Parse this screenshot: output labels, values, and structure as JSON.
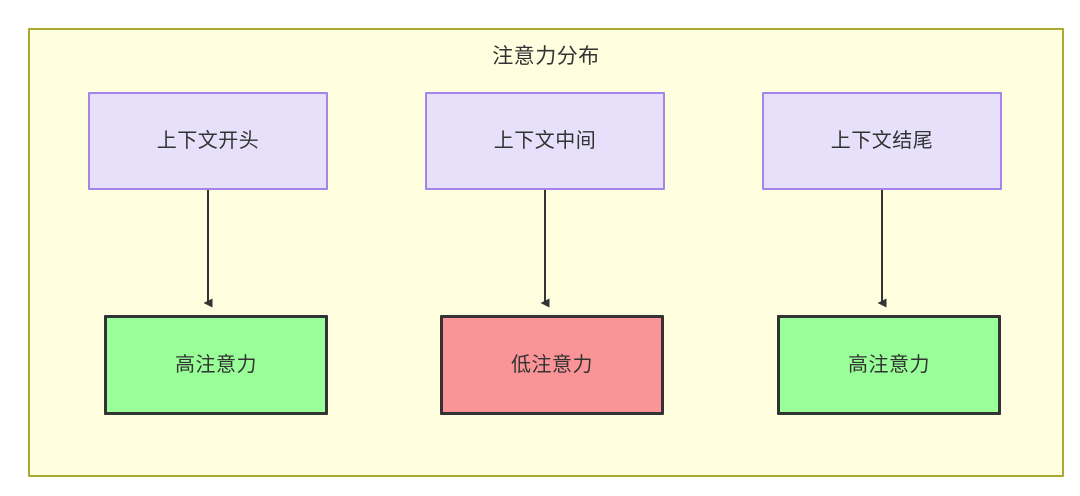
{
  "diagram": {
    "title": "注意力分布",
    "container": {
      "fill": "#ffffe0",
      "border": "#aaaa33"
    },
    "palette": {
      "source_fill": "#e6e0fa",
      "source_border": "#a883ec",
      "high_attention_fill": "#99ff99",
      "low_attention_fill": "#fb9497",
      "target_border": "#333333",
      "edge_color": "#333333",
      "text_color": "#333333"
    },
    "source_nodes": [
      {
        "id": "context-start",
        "label": "上下文开头"
      },
      {
        "id": "context-middle",
        "label": "上下文中间"
      },
      {
        "id": "context-end",
        "label": "上下文结尾"
      }
    ],
    "target_nodes": [
      {
        "id": "high-attention-start",
        "label": "高注意力",
        "level": "high"
      },
      {
        "id": "low-attention-middle",
        "label": "低注意力",
        "level": "low"
      },
      {
        "id": "high-attention-end",
        "label": "高注意力",
        "level": "high"
      }
    ],
    "edges": [
      {
        "from": "context-start",
        "to": "high-attention-start",
        "label": ""
      },
      {
        "from": "context-middle",
        "to": "low-attention-middle",
        "label": ""
      },
      {
        "from": "context-end",
        "to": "high-attention-end",
        "label": ""
      }
    ]
  }
}
